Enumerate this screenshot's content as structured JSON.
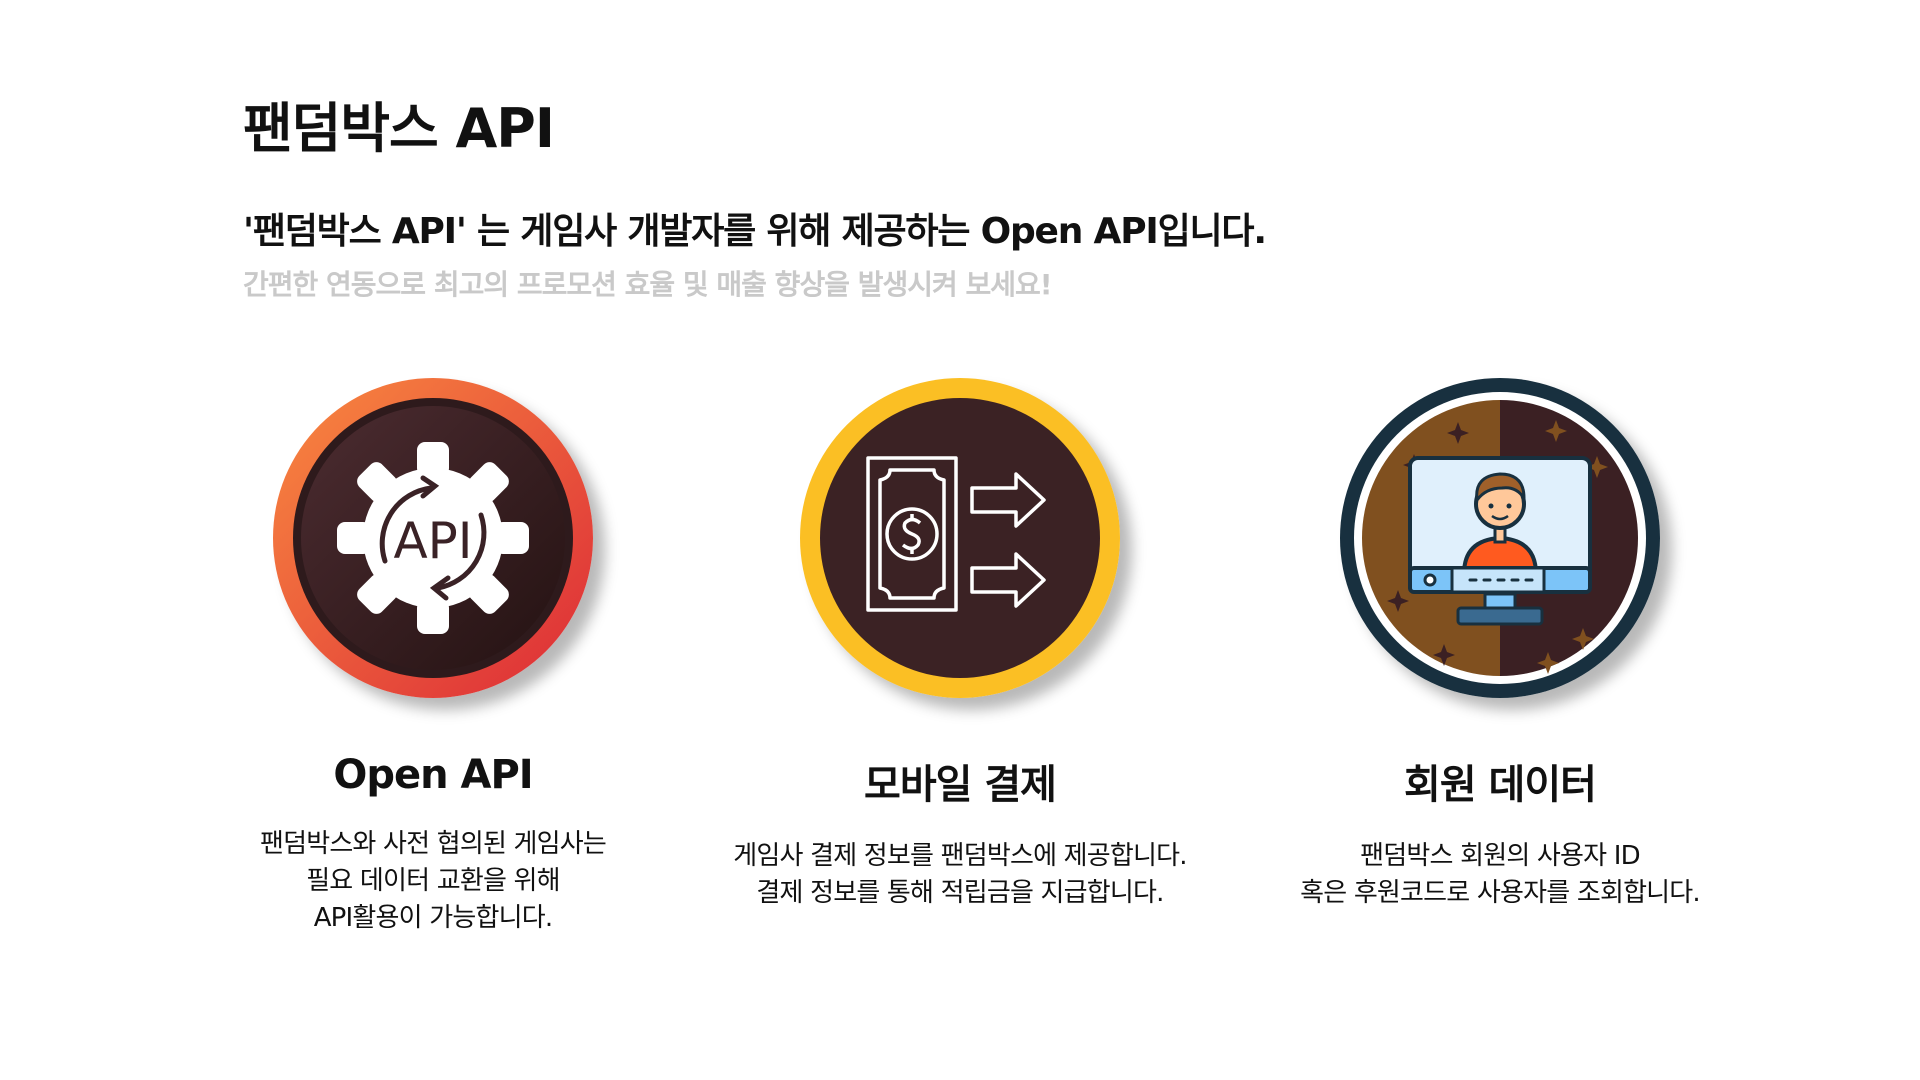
{
  "header": {
    "title": "팬덤박스 API",
    "subtitle": "'팬덤박스 API' 는 게임사 개발자를 위해 제공하는 Open API입니다.",
    "tagline": "간편한 연동으로 최고의 프로모션 효율 및 매출 향상을 발생시켜 보세요!"
  },
  "cards": [
    {
      "icon": "api-gear-icon",
      "title": "Open API",
      "desc": [
        "팬덤박스와 사전 협의된 게임사는",
        "필요 데이터 교환을 위해",
        "API활용이 가능합니다."
      ],
      "colors": {
        "ring_start": "#f98a40",
        "ring_end": "#dc2a37",
        "inner": "#3a2226"
      }
    },
    {
      "icon": "money-transfer-icon",
      "title": "모바일 결제",
      "desc": [
        "게임사 결제 정보를 팬덤박스에 제공합니다.",
        "결제 정보를 통해 적립금을 지급합니다."
      ],
      "colors": {
        "ring": "#fbbf24",
        "inner": "#3b2224"
      }
    },
    {
      "icon": "user-monitor-icon",
      "title": "회원 데이터",
      "desc": [
        "팬덤박스 회원의 사용자 ID",
        "혹은 후원코드로 사용자를 조회합니다."
      ],
      "colors": {
        "ring": "#18303f",
        "left_half": "#80501f",
        "right_half": "#3b2023"
      }
    }
  ],
  "icon_text": {
    "api_label": "API"
  }
}
